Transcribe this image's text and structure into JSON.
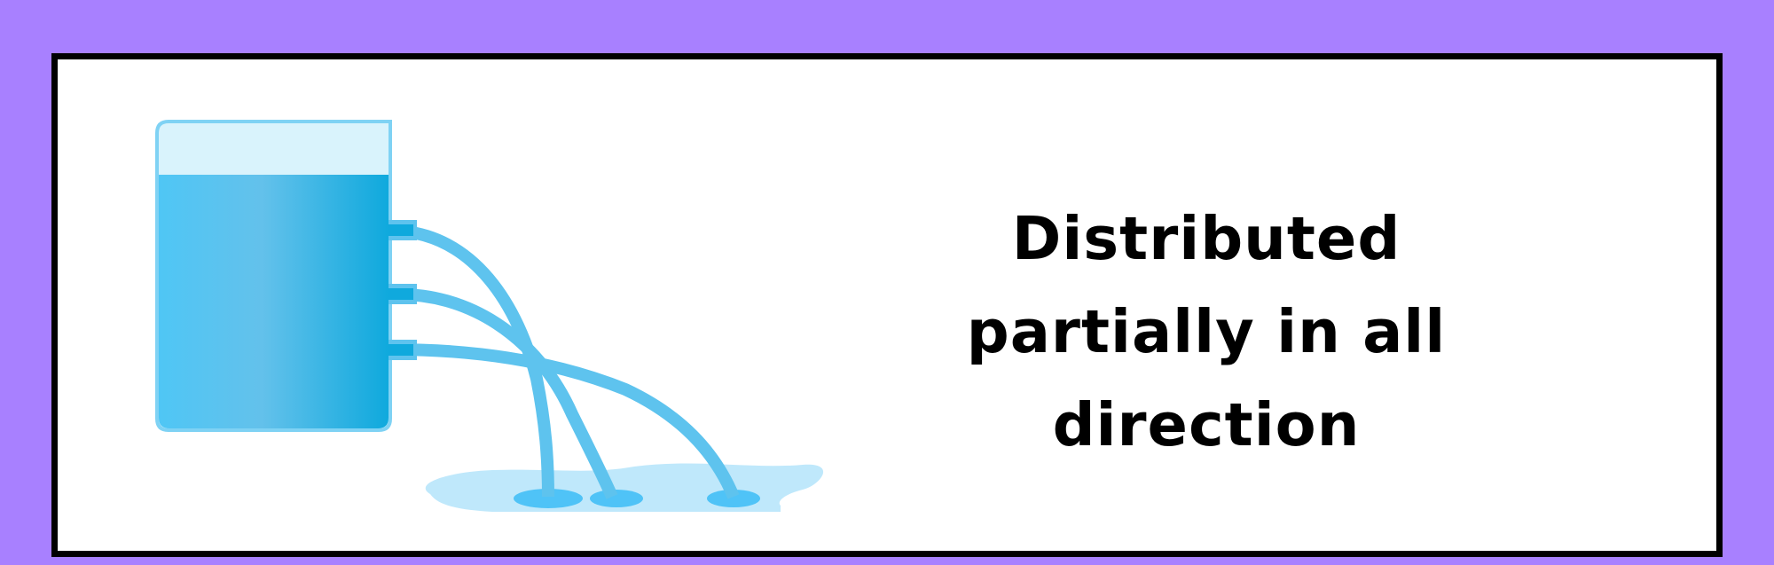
{
  "caption": {
    "line1": "Distributed",
    "line2": "partially in all",
    "line3": "direction"
  },
  "colors": {
    "page_background": "#a880ff",
    "frame_border": "#000000",
    "frame_fill": "#ffffff",
    "water": "#4fc3f7",
    "water_dark": "#1aa7dc",
    "container_empty": "#d9f3fc",
    "puddle": "#bfe8fb",
    "text": "#000000"
  },
  "icons": {
    "container": "water-container-icon",
    "jets": "water-jets-icon",
    "puddle": "water-puddle-icon"
  }
}
